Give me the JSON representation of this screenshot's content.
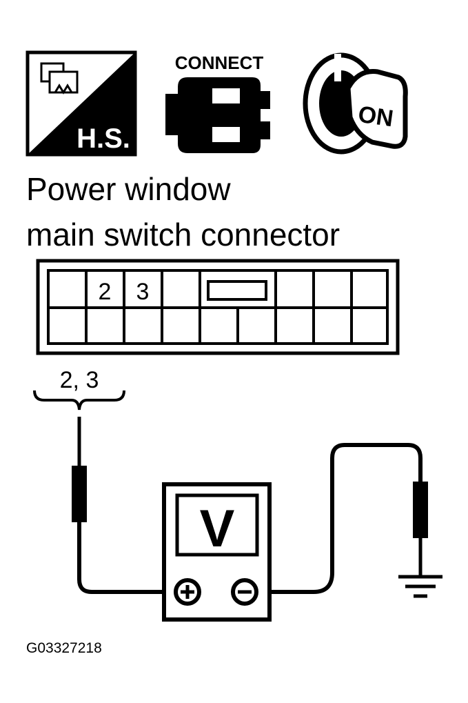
{
  "icons": {
    "harness_label": "H.S.",
    "connect_label": "CONNECT",
    "ignition_label": "ON"
  },
  "title": {
    "line1": "Power window",
    "line2": "main switch connector"
  },
  "connector": {
    "pin_labels": [
      "2",
      "3"
    ]
  },
  "probe_label": "2, 3",
  "meter": {
    "display": "V",
    "plus_symbol": "+",
    "minus_symbol": "−"
  },
  "figure_id": "G03327218",
  "colors": {
    "ink": "#000000",
    "paper": "#ffffff"
  }
}
